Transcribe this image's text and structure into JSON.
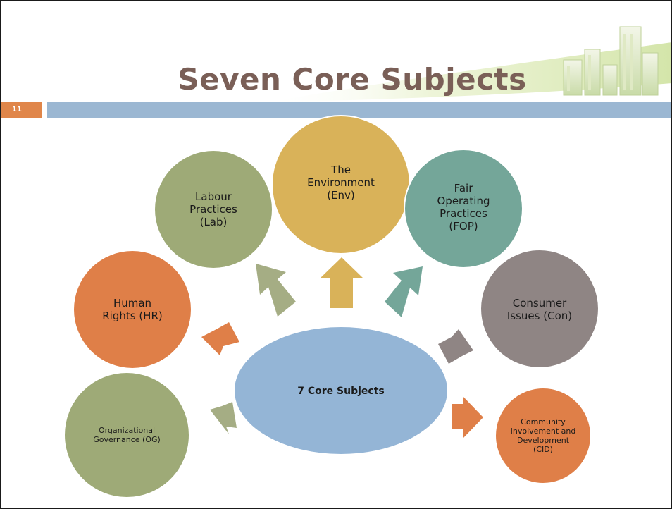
{
  "slide": {
    "title": "Seven Core Subjects",
    "number": "11"
  },
  "diagram": {
    "center": {
      "label": "7 Core Subjects",
      "color": "#94b5d6"
    },
    "subjects": [
      {
        "id": "og",
        "label": "Organizational\nGovernance (OG)",
        "color": "#9eaa77"
      },
      {
        "id": "hr",
        "label": "Human\nRights (HR)",
        "color": "#df7f48"
      },
      {
        "id": "lab",
        "label": "Labour\nPractices\n(Lab)",
        "color": "#9eaa77"
      },
      {
        "id": "env",
        "label": "The\nEnvironment\n(Env)",
        "color": "#d9b259"
      },
      {
        "id": "fop",
        "label": "Fair\nOperating\nPractices\n(FOP)",
        "color": "#74a699"
      },
      {
        "id": "con",
        "label": "Consumer\nIssues (Con)",
        "color": "#8f8584"
      },
      {
        "id": "cid",
        "label": "Community\nInvolvement and\nDevelopment\n(CID)",
        "color": "#df7f48"
      }
    ]
  },
  "colors": {
    "title": "#7a5f57",
    "header_bar": "#9bb7d2",
    "slide_number_box": "#e0864a",
    "arrow_green": "#a5ad84",
    "arrow_orange": "#df7f48",
    "arrow_gold": "#d9b259",
    "arrow_teal": "#74a699",
    "arrow_gray": "#8f8584"
  }
}
